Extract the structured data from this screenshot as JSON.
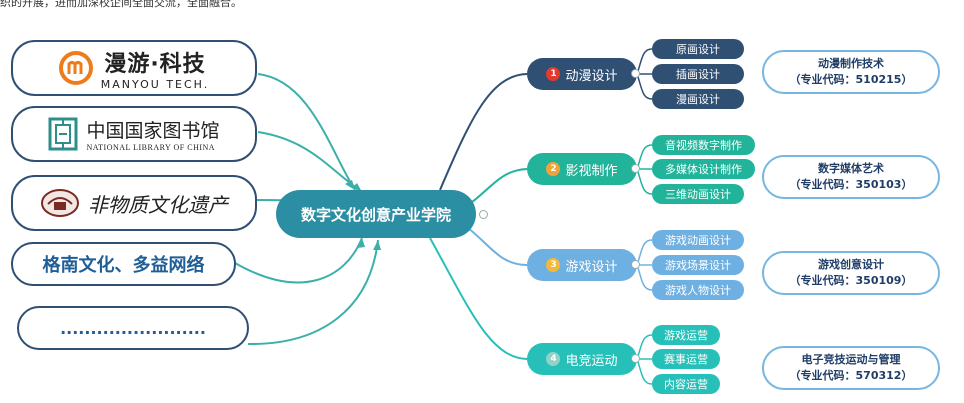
{
  "top_text": "织的开展，进而加深校企间全面交流，全面融合。",
  "partners": [
    {
      "name": "漫游·科技",
      "subtitle": "MANYOU TECH."
    },
    {
      "name": "中国国家图书馆",
      "subtitle": "NATIONAL LIBRARY OF CHINA"
    },
    {
      "name": "非物质文化遗产"
    },
    {
      "name": "格南文化、多益网络"
    },
    {
      "name": "........................"
    }
  ],
  "center": {
    "label": "数字文化创意产业学院"
  },
  "branches": [
    {
      "number": "1",
      "label": "动漫设计",
      "subs": [
        "原画设计",
        "插画设计",
        "漫画设计"
      ],
      "major": {
        "name": "动漫制作技术",
        "code": "（专业代码：510215）"
      }
    },
    {
      "number": "2",
      "label": "影视制作",
      "subs": [
        "音视频数字制作",
        "多媒体设计制作",
        "三维动画设计"
      ],
      "major": {
        "name": "数字媒体艺术",
        "code": "（专业代码：350103）"
      }
    },
    {
      "number": "3",
      "label": "游戏设计",
      "subs": [
        "游戏动画设计",
        "游戏场景设计",
        "游戏人物设计"
      ],
      "major": {
        "name": "游戏创意设计",
        "code": "（专业代码：350109）"
      }
    },
    {
      "number": "4",
      "label": "电竞运动",
      "subs": [
        "游戏运营",
        "赛事运营",
        "内容运营"
      ],
      "major": {
        "name": "电子竞技运动与管理",
        "code": "（专业代码：570312）"
      }
    }
  ],
  "colors": {
    "center": "#2c8ea3",
    "partner_border": "#2f4f73",
    "link": "#3ab0a8",
    "branch_1": "#2f4f73",
    "branch_2": "#22b49a",
    "branch_3": "#6fb0e2",
    "branch_4": "#27c0b8",
    "badge_1": "#e23a2c",
    "badge_2": "#f2a23b",
    "badge_3": "#f2b93b",
    "badge_4": "#8fd3c8",
    "logo_orange": "#ef7b1a",
    "logo_teal": "#2e8f8a",
    "logo_maroon": "#7a2a22",
    "major_border": "#76b6e0"
  }
}
